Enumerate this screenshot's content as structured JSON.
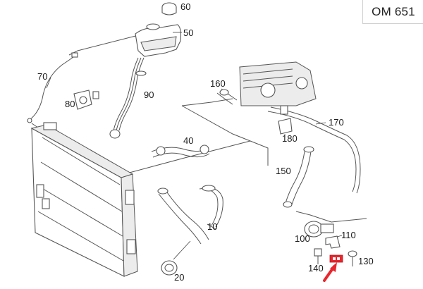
{
  "engine_code": "OM 651",
  "highlight_color": "#e8262d",
  "labels": {
    "p10": "10",
    "p20": "20",
    "p40": "40",
    "p50": "50",
    "p60": "60",
    "p70": "70",
    "p80": "80",
    "p90": "90",
    "p100": "100",
    "p110": "110",
    "p130": "130",
    "p140": "140",
    "p150": "150",
    "p160": "160",
    "p170": "170",
    "p180": "180"
  }
}
